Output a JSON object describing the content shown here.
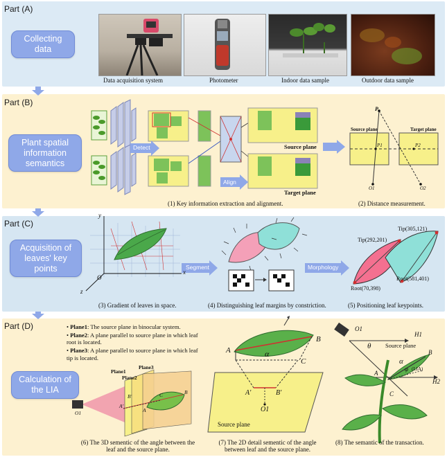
{
  "parts": {
    "a": {
      "label": "Part (A)",
      "title": "Collecting data",
      "captions": [
        "Data acquisition system",
        "Photometer",
        "Indoor data sample",
        "Outdoor data sample"
      ]
    },
    "b": {
      "label": "Part (B)",
      "title": "Plant spatial information semantics",
      "detect": "Detect",
      "align": "Align",
      "source_plane": "Source plane",
      "target_plane": "Target plane",
      "caption1": "(1) Key information extraction and alignment.",
      "caption2": "(2) Distance measurement.",
      "dist": {
        "source": "Source plane",
        "target": "Target plane",
        "p": "P",
        "p1": "P1",
        "p2": "P2",
        "o1": "O1",
        "o2": "O2"
      }
    },
    "c": {
      "label": "Part (C)",
      "title": "Acquisition of leaves' key points",
      "segment": "Segment",
      "morphology": "Morphology",
      "caption3": "(3) Gradient of leaves in space.",
      "caption4": "(4) Distinguishing leaf margins by constriction.",
      "caption5": "(5)   Positioning leaf keypoints.",
      "tip1": "Tip(292,201)",
      "tip2": "Tip(305,121)",
      "root1": "Root(70,398)",
      "root2": "Root(581,401)",
      "axes": {
        "x": "x",
        "y": "y",
        "z": "z",
        "o": "O"
      }
    },
    "d": {
      "label": "Part (D)",
      "title": "Calculation of the LIA",
      "bullets": [
        {
          "term": "Plane1",
          "text": ": The source plane in binocular system."
        },
        {
          "term": "Plane2",
          "text": ": A plane parallel to source plane in which leaf root is located."
        },
        {
          "term": "Plane3",
          "text": ": A plane parallel to source plane in which leaf tip is located."
        }
      ],
      "plane_labels": [
        "Plane1",
        "Plane2",
        "Plane3"
      ],
      "caption6": "(6) The 3D sementic of the angle between the leaf and the source plane.",
      "caption7": "(7) The 2D detail sementic of the angle between leaf and the source plane.",
      "caption8": "(8) The semantic of the transaction.",
      "source_plane": "Source plane",
      "lia": "(LIA)",
      "theta": "θ",
      "alpha": "α",
      "phi": "φ",
      "points": {
        "a": "A",
        "b": "B",
        "c": "C",
        "a_prime": "A'",
        "b_prime": "B'",
        "o1": "O1",
        "h1": "H1",
        "h2": "H2"
      }
    }
  },
  "colors": {
    "panel_a": "#dceaf5",
    "panel_b": "#fdf1d0",
    "panel_c": "#d6e6f2",
    "panel_d": "#fdf1d0",
    "pill": "#8fa8e8"
  }
}
